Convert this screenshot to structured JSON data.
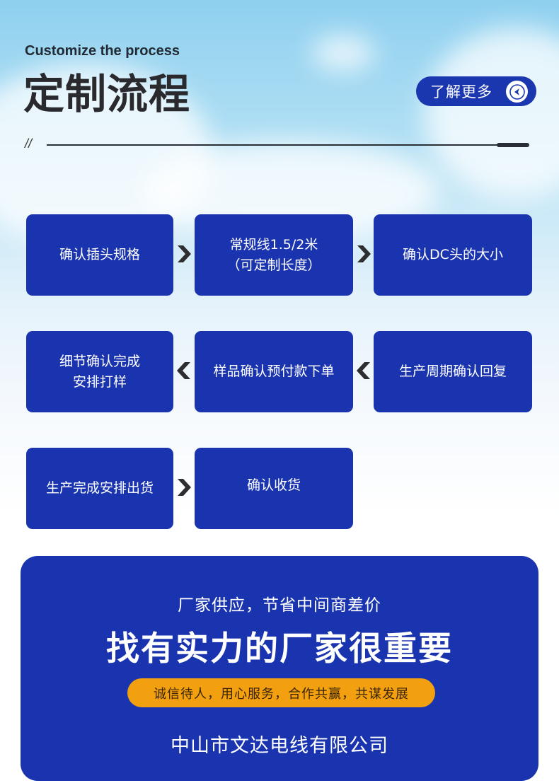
{
  "header": {
    "subtitle_en": "Customize the process",
    "title_cn": "定制流程",
    "slashes": "//",
    "more_button_label": "了解更多"
  },
  "colors": {
    "primary_blue": "#1a34b0",
    "accent_orange": "#f2a00f",
    "heading_dark": "#2a2a2e"
  },
  "steps": [
    {
      "label": "确认插头规格"
    },
    {
      "label": "常规线1.5/2米\n（可定制长度）"
    },
    {
      "label": "确认DC头的大小"
    },
    {
      "label": "生产周期确认回复"
    },
    {
      "label": "样品确认预付款下单"
    },
    {
      "label": "细节确认完成\n安排打样"
    },
    {
      "label": "生产完成安排出货"
    },
    {
      "label": "确认收货"
    }
  ],
  "arrows": [
    {
      "direction": "right"
    },
    {
      "direction": "right"
    },
    {
      "direction": "left"
    },
    {
      "direction": "left"
    },
    {
      "direction": "right"
    }
  ],
  "panel": {
    "subtitle": "厂家供应，节省中间商差价",
    "headline": "找有实力的厂家很重要",
    "slogan": "诚信待人，用心服务，合作共赢，共谋发展",
    "company": "中山市文达电线有限公司"
  }
}
